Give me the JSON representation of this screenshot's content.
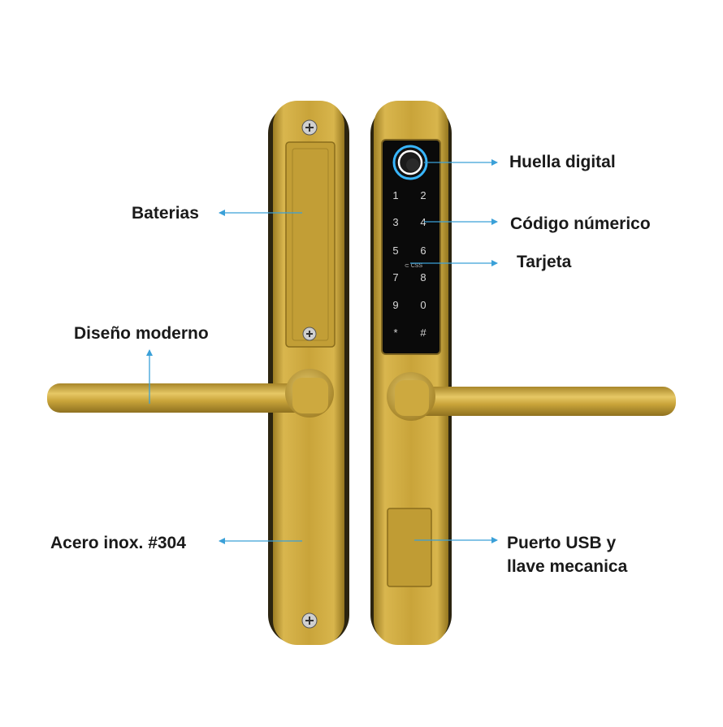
{
  "labels": {
    "huella": "Huella digital",
    "codigo": "Código númerico",
    "tarjeta": "Tarjeta",
    "baterias": "Baterias",
    "diseno": "Diseño moderno",
    "acero": "Acero inox. #304",
    "usb_line1": "Puerto USB y",
    "usb_line2": "llave mecanica"
  },
  "keypad": {
    "keys": [
      "1",
      "2",
      "3",
      "4",
      "5",
      "6",
      "7",
      "8",
      "9",
      "0",
      "*",
      "#"
    ],
    "card_mark": "⊂ CSS"
  },
  "colors": {
    "gold": "#c9a43a",
    "gold_dark": "#8a6d1c",
    "panel_black": "#0a0a0a",
    "arrow": "#3aa0d8",
    "ring": "#38b6ff"
  }
}
